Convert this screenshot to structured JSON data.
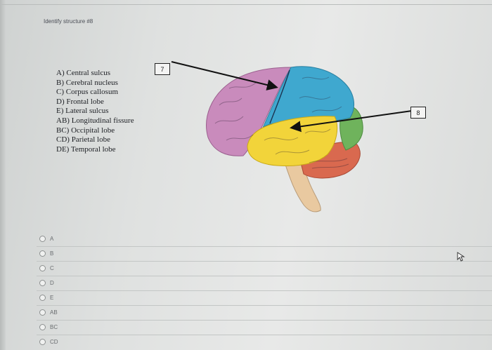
{
  "question": {
    "title": "Identify structure #8",
    "choices": [
      "A) Central sulcus",
      "B) Cerebral nucleus",
      "C) Corpus callosum",
      "D) Frontal lobe",
      "E) Lateral sulcus",
      "AB) Longitudinal fissure",
      "BC) Occipital lobe",
      "CD) Parietal lobe",
      "DE) Temporal lobe"
    ]
  },
  "figure": {
    "label_7": "7",
    "label_8": "8",
    "colors": {
      "frontal": "#c98bbc",
      "parietal": "#3fa8cf",
      "temporal": "#f2d43a",
      "occipital": "#6fb35c",
      "cerebellum": "#d9694f",
      "brainstem": "#e9c9a0"
    }
  },
  "answer_options": [
    {
      "label": "A"
    },
    {
      "label": "B"
    },
    {
      "label": "C"
    },
    {
      "label": "D"
    },
    {
      "label": "E"
    },
    {
      "label": "AB"
    },
    {
      "label": "BC"
    },
    {
      "label": "CD"
    }
  ]
}
